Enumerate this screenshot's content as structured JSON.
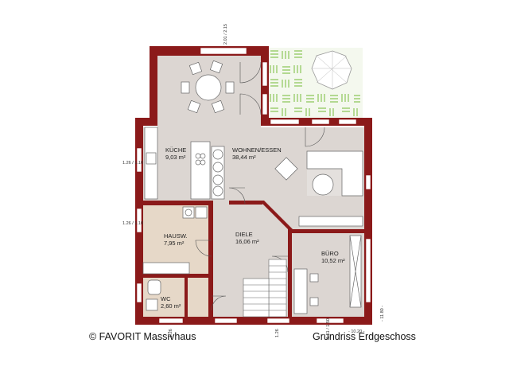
{
  "rooms": {
    "kueche": {
      "name": "KÜCHE",
      "area": "9,03 m²"
    },
    "wohnen": {
      "name": "WOHNEN/ESSEN",
      "area": "38,44 m²"
    },
    "hausw": {
      "name": "HAUSW.",
      "area": "7,95 m²"
    },
    "diele": {
      "name": "DIELE",
      "area": "16,06 m²"
    },
    "buero": {
      "name": "BÜRO",
      "area": "10,52 m²"
    },
    "wc": {
      "name": "WC",
      "area": "2,60 m²"
    }
  },
  "dimensions": {
    "width": "- 10.20 -",
    "depth": "- 11.80 -",
    "top_window": "2.01 / 2.15",
    "left_window_1": "1.26 / 1.10",
    "left_window_2": "1.26 / 1.10",
    "bottom_window_1": "1.26",
    "bottom_window_2": "1.26",
    "bottom_window_3": "1.51 / 1.50"
  },
  "captions": {
    "copyright": "© FAVORIT Massivhaus",
    "title": "Grundriss Erdgeschoss"
  },
  "colors": {
    "wall": "#8b1a1a",
    "floor": "#dcd6d2",
    "utility_floor": "#e6d8c8",
    "terrace": "#7fc24a",
    "window": "#ffffff"
  }
}
